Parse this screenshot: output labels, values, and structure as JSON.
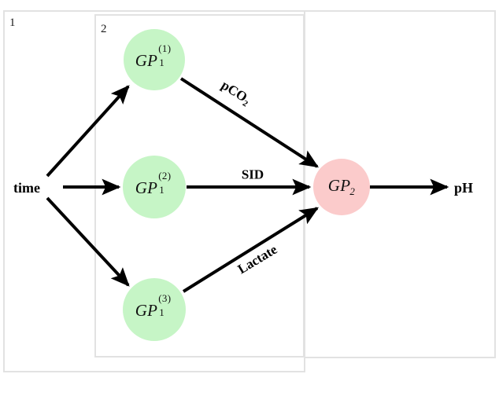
{
  "figure": {
    "plates": [
      {
        "id": "plate-1",
        "label": "1"
      },
      {
        "id": "plate-2",
        "label": "2"
      }
    ],
    "colors": {
      "node_latent": "#c6f5c6",
      "node_output": "#fbcbcb",
      "frame": "#e2e2e2",
      "arrow": "#000000",
      "text": "#000000"
    }
  },
  "nodes": {
    "input": {
      "label": "time"
    },
    "gp1_1": {
      "base": "GP",
      "sub": "1",
      "sup": "(1)"
    },
    "gp1_2": {
      "base": "GP",
      "sub": "1",
      "sup": "(2)"
    },
    "gp1_3": {
      "base": "GP",
      "sub": "1",
      "sup": "(3)"
    },
    "gp2": {
      "base": "GP",
      "sub": "2"
    },
    "output": {
      "label": "pH"
    }
  },
  "edges": [
    {
      "from": "time",
      "to": "gp1_1",
      "label": ""
    },
    {
      "from": "time",
      "to": "gp1_2",
      "label": ""
    },
    {
      "from": "time",
      "to": "gp1_3",
      "label": ""
    },
    {
      "from": "gp1_1",
      "to": "gp2",
      "label": "pCO",
      "label_sub": "2"
    },
    {
      "from": "gp1_2",
      "to": "gp2",
      "label": "SID"
    },
    {
      "from": "gp1_3",
      "to": "gp2",
      "label": "Lactate"
    },
    {
      "from": "gp2",
      "to": "pH",
      "label": ""
    }
  ],
  "edge_labels": {
    "pco2_main": "pCO",
    "pco2_sub": "2",
    "sid": "SID",
    "lactate": "Lactate"
  }
}
